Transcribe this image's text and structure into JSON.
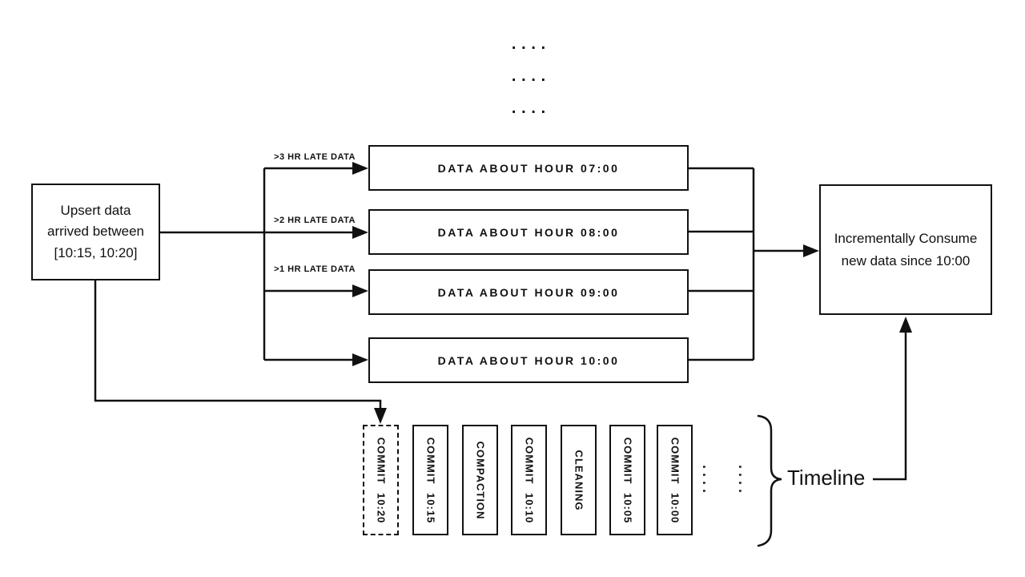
{
  "diagram": {
    "colors": {
      "line": "#111111",
      "background": "#ffffff"
    },
    "top_ellipsis": {
      "row1": "....",
      "row2": "....",
      "row3": "...."
    },
    "upsert_box": {
      "line1": "Upsert data",
      "line2": "arrived between",
      "line3": "[10:15, 10:20]"
    },
    "late_labels": {
      "label1": ">3 HR LATE DATA",
      "label2": ">2 HR LATE DATA",
      "label3": ">1 HR LATE DATA"
    },
    "data_boxes": {
      "hour07": "DATA ABOUT HOUR 07:00",
      "hour08": "DATA ABOUT HOUR 08:00",
      "hour09": "DATA ABOUT HOUR 09:00",
      "hour10": "DATA ABOUT HOUR 10:00"
    },
    "consume_box": {
      "line1": "Incrementally Consume",
      "line2": "new data since 10:00"
    },
    "timeline": {
      "items": [
        {
          "label": "COMMIT 10:20",
          "state": "inflight-dashed"
        },
        {
          "label": "COMMIT 10:15",
          "state": "completed"
        },
        {
          "label": "COMPACTION",
          "state": "completed"
        },
        {
          "label": "COMMIT 10:10",
          "state": "completed"
        },
        {
          "label": "CLEANING",
          "state": "completed"
        },
        {
          "label": "COMMIT 10:05",
          "state": "completed"
        },
        {
          "label": "COMMIT 10:00",
          "state": "completed"
        }
      ],
      "ellipsis1": "....",
      "ellipsis2": "....",
      "label": "Timeline"
    }
  }
}
